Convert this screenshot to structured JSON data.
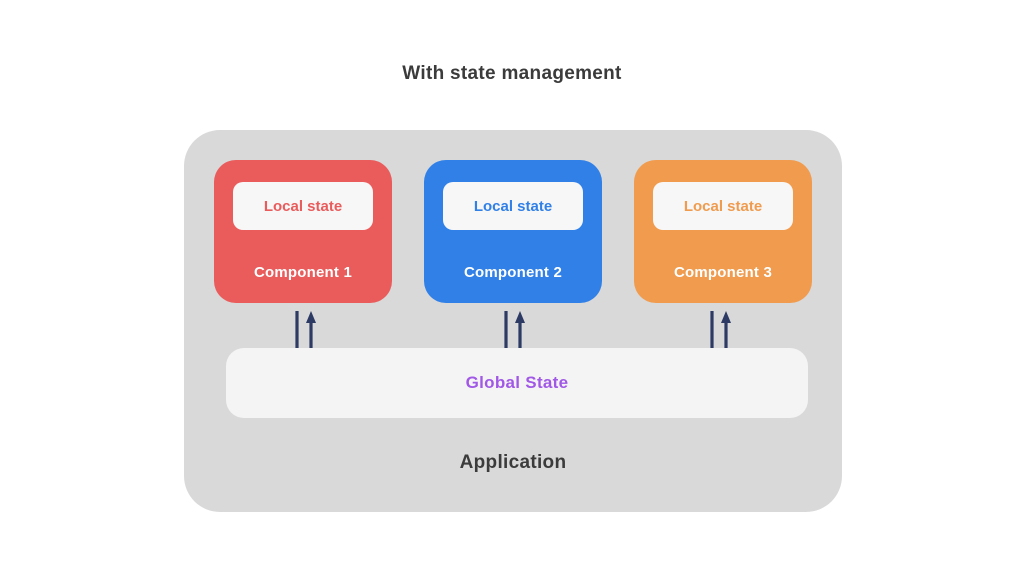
{
  "title": "With state management",
  "diagram": {
    "application_label": "Application",
    "global_state_label": "Global State",
    "components": [
      {
        "label": "Component 1",
        "local_state_label": "Local state"
      },
      {
        "label": "Component 2",
        "local_state_label": "Local state"
      },
      {
        "label": "Component 3",
        "local_state_label": "Local state"
      }
    ]
  },
  "colors": {
    "component_1": "#EA5B5B",
    "component_2": "#3080E8",
    "component_3": "#F09B4D",
    "global_state_text": "#A158E6",
    "arrow": "#2C3A64",
    "application_bg": "#D9D9D9",
    "global_state_bg": "#F4F4F5",
    "local_state_bg": "#F7F7F8",
    "title_text": "#3B3B3B"
  }
}
